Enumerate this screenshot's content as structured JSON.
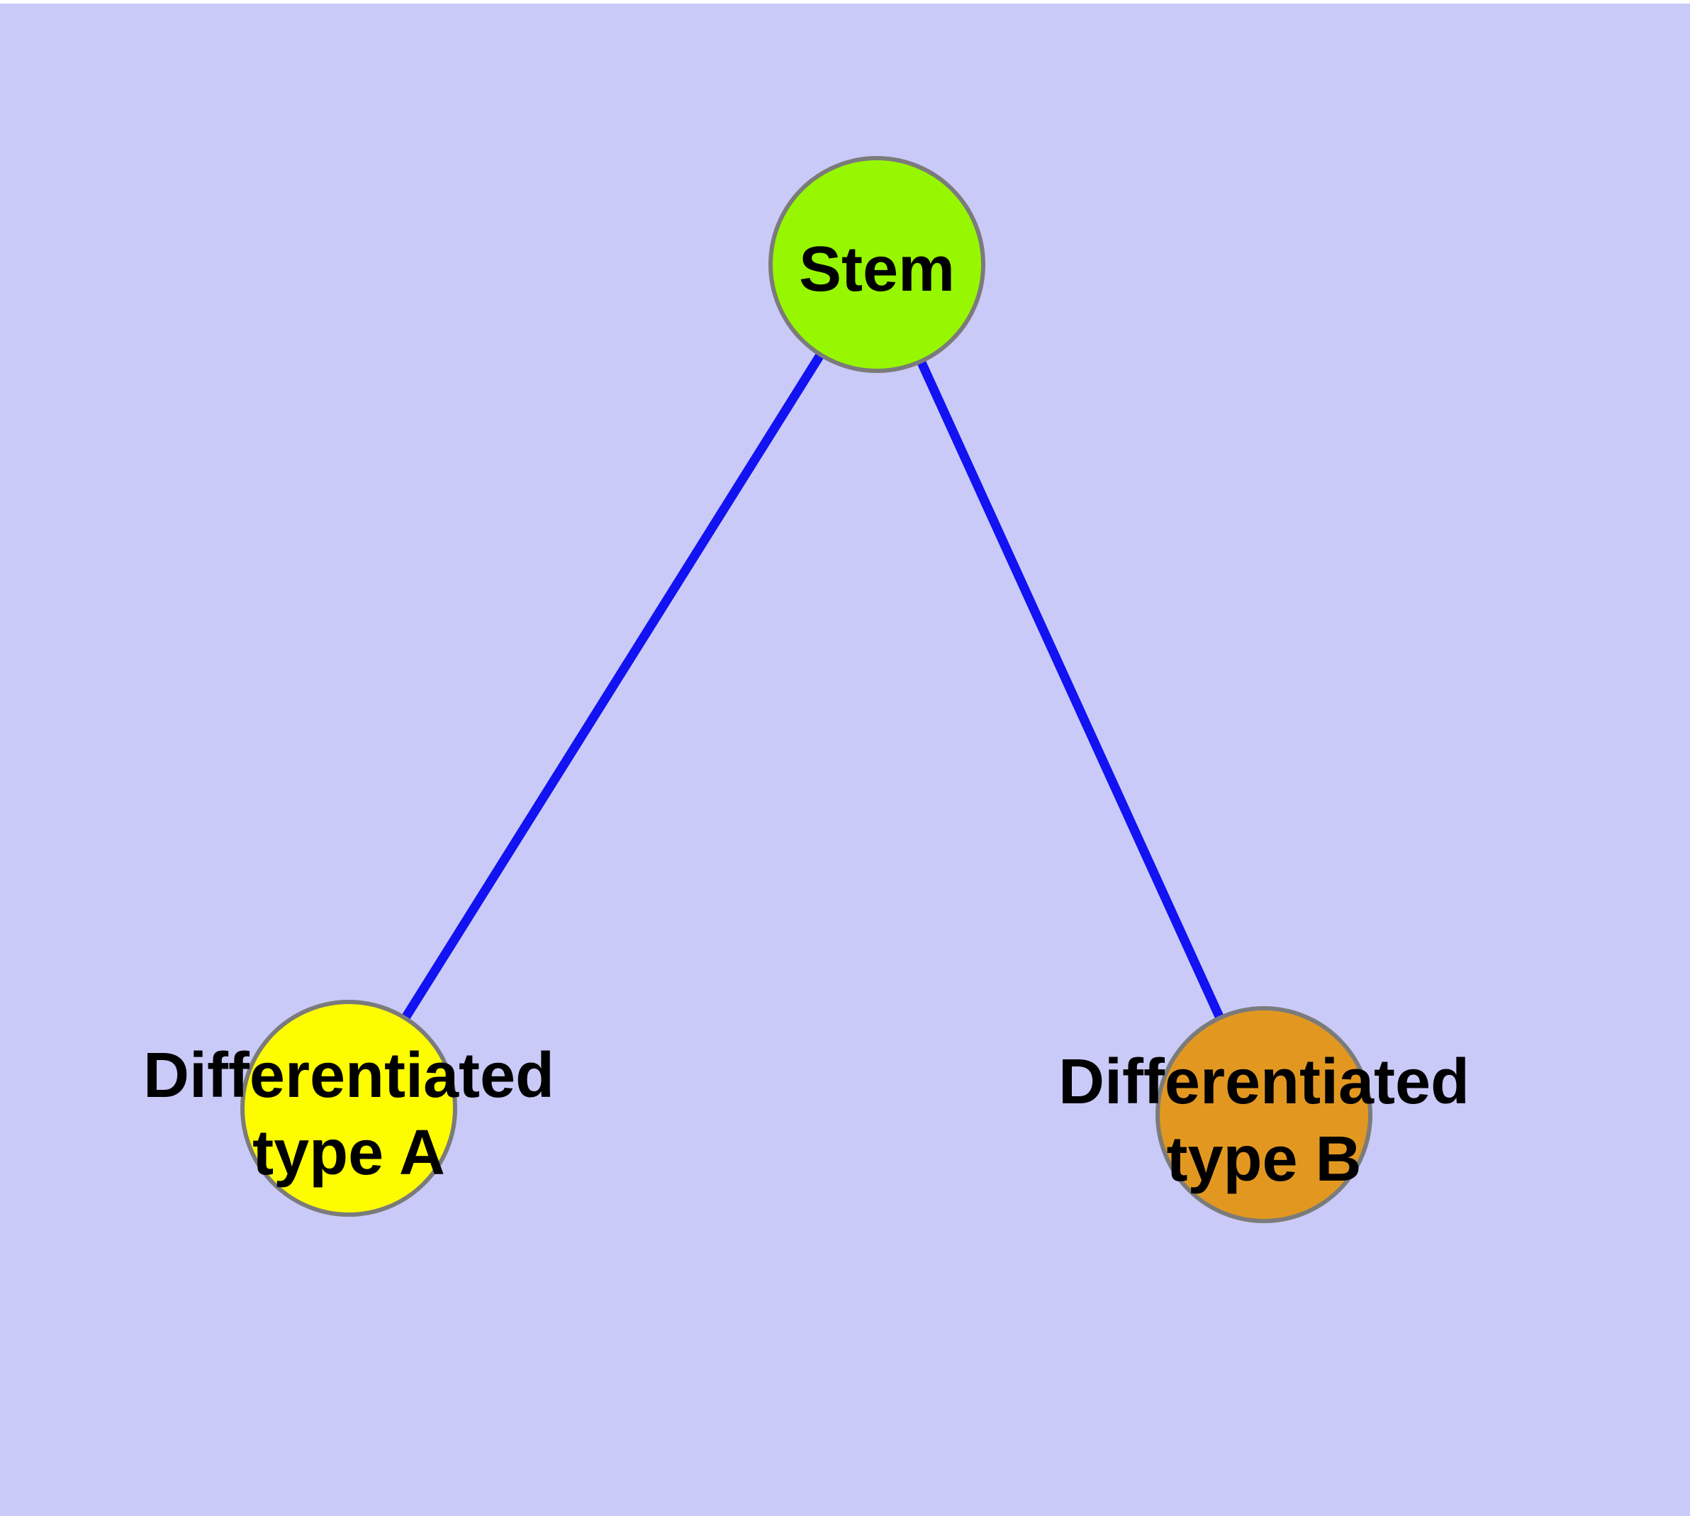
{
  "diagram": {
    "background_color": "#CACAF8",
    "top_strip_color": "#FFFFFF",
    "edge_color": "#1212F2",
    "node_border_color": "#7B7B7B",
    "label_color": "#000000",
    "nodes": [
      {
        "id": "stem",
        "label": "Stem",
        "fill": "#97F700"
      },
      {
        "id": "differentiated-type-a",
        "label_line1": "Differentiated",
        "label_line2": "type A",
        "fill": "#FDFD00"
      },
      {
        "id": "differentiated-type-b",
        "label_line1": "Differentiated",
        "label_line2": "type B",
        "fill": "#E29820"
      }
    ],
    "edges": [
      {
        "from": "Stem",
        "to": "Differentiated type A"
      },
      {
        "from": "Stem",
        "to": "Differentiated type B"
      }
    ]
  }
}
